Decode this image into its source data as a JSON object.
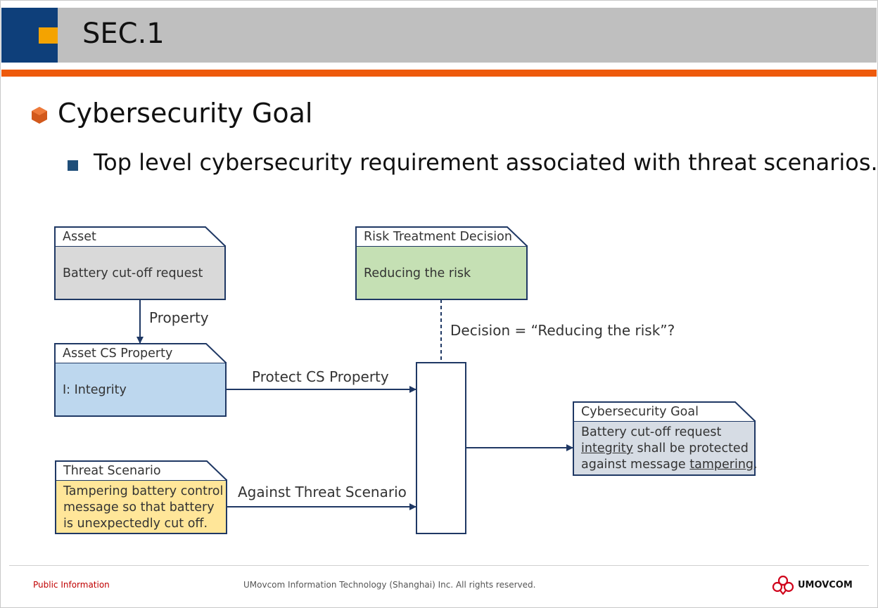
{
  "slide": {
    "title": "SEC.1",
    "heading": "Cybersecurity Goal",
    "subheading": "Top level cybersecurity requirement associated with threat scenarios."
  },
  "diagram": {
    "asset": {
      "label": "Asset",
      "body": "Battery cut-off request",
      "color": "#d9d9d9"
    },
    "asset_cs_property": {
      "label": "Asset CS Property",
      "body": "I: Integrity",
      "color": "#bdd7ee"
    },
    "risk_treatment": {
      "label": "Risk Treatment Decision",
      "body": "Reducing the risk",
      "color": "#c5e0b4"
    },
    "threat_scenario": {
      "label": "Threat Scenario",
      "body": "Tampering battery control\nmessage so that battery\nis unexpectedly cut off.",
      "color": "#ffe699"
    },
    "cybersecurity_goal": {
      "label": "Cybersecurity Goal",
      "body_line1": "Battery cut-off request",
      "body_word_integrity": "integrity",
      "body_text_2": " shall be protected",
      "body_text_3": "against message ",
      "body_word_tampering": "tampering",
      "body_period": ".",
      "color": "#d6dce4"
    },
    "connectors": {
      "property": "Property",
      "decision": "Decision = “Reducing the risk”?",
      "protect": "Protect CS Property",
      "against": "Against Threat Scenario"
    },
    "stroke_color": "#1f3864"
  },
  "footer": {
    "classification": "Public Information",
    "copyright": "UMovcom Information Technology (Shanghai) Inc. All rights reserved.",
    "brand": "UMOVCOM"
  },
  "colors": {
    "title_bar": "#bfbfbf",
    "title_block": "#0e3f7a",
    "title_accent": "#f4a300",
    "rule": "#ee5a0c",
    "footer_classification": "#c00000"
  }
}
